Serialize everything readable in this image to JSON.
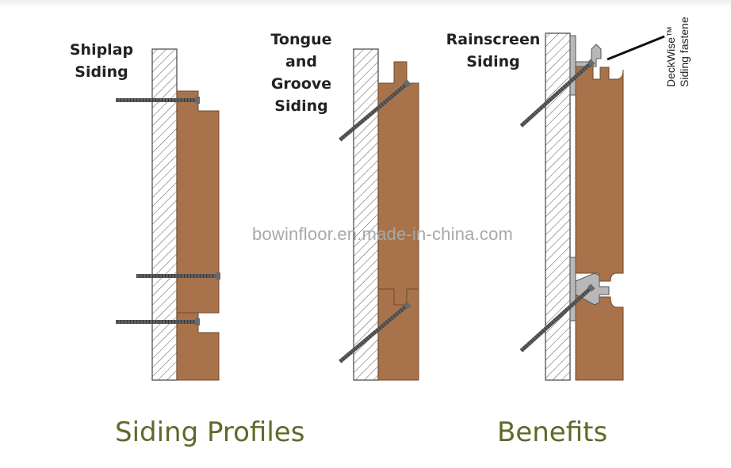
{
  "profiles": {
    "shiplap": {
      "line1": "Shiplap",
      "line2": "Siding"
    },
    "tongue": {
      "line1": "Tongue",
      "line2": "and",
      "line3": "Groove",
      "line4": "Siding"
    },
    "rainscreen": {
      "line1": "Rainscreen",
      "line2": "Siding"
    }
  },
  "callout": {
    "line1": "DeckWise™",
    "line2": "Siding fastene"
  },
  "watermark": "bowinfloor.en.made-in-china.com",
  "captions": {
    "left": "Siding Profiles",
    "right": "Benefits"
  },
  "colors": {
    "wood": "#a8734a",
    "wood_edge": "#6f4a2c",
    "hatch": "#555555",
    "caption": "#5d6b29",
    "screw": "#6a6a6a"
  }
}
